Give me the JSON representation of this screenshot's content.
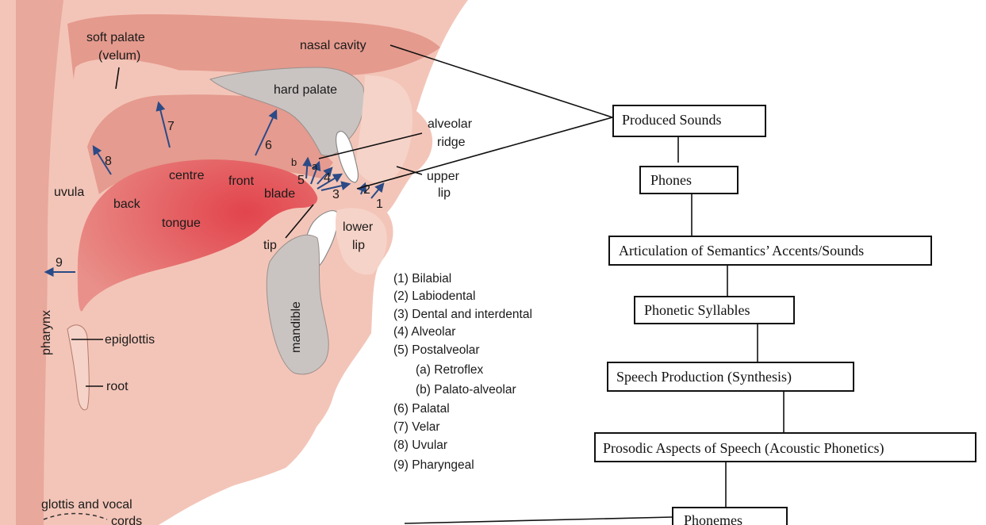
{
  "anatomy": {
    "soft_palate_1": "soft palate",
    "soft_palate_2": "(velum)",
    "nasal_cavity": "nasal cavity",
    "hard_palate": "hard palate",
    "alveolar_ridge_1": "alveolar",
    "alveolar_ridge_2": "ridge",
    "upper_lip_1": "upper",
    "upper_lip_2": "lip",
    "lower_lip_1": "lower",
    "lower_lip_2": "lip",
    "uvula": "uvula",
    "back": "back",
    "centre": "centre",
    "front": "front",
    "blade": "blade",
    "tongue": "tongue",
    "tip": "tip",
    "mandible": "mandible",
    "pharynx": "pharynx",
    "epiglottis": "epiglottis",
    "root": "root",
    "glottis_1": "glottis and vocal",
    "glottis_2": "cords"
  },
  "place_numbers": {
    "n1": "1",
    "n2": "2",
    "n3": "3",
    "n4": "4",
    "n5": "5",
    "n6": "6",
    "n7": "7",
    "n8": "8",
    "n9": "9",
    "na": "a",
    "nb": "b"
  },
  "legend": [
    "(1)  Bilabial",
    "(2)  Labiodental",
    "(3)  Dental and interdental",
    "(4)  Alveolar",
    "(5)  Postalveolar",
    "(a) Retroflex",
    "(b) Palato-alveolar",
    "(6)  Palatal",
    "(7)  Velar",
    "(8)  Uvular",
    "(9)  Pharyngeal"
  ],
  "flow_boxes": [
    "Produced Sounds",
    "Phones",
    "Articulation of Semantics’ Accents/Sounds",
    "Phonetic Syllables",
    "Speech Production (Synthesis)",
    "Prosodic Aspects of Speech  (Acoustic Phonetics)",
    "Phonemes"
  ],
  "colors": {
    "skin": "#f2c1b4",
    "tissue": "#e59b8f",
    "tissue_dark": "#d98377",
    "tongue": "#d9545a",
    "bone": "#c9c4c2",
    "arrow": "#2b4a86"
  }
}
